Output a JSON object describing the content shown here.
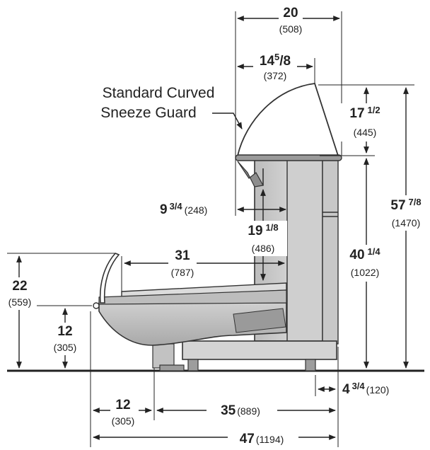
{
  "caption": {
    "line1": "Standard Curved",
    "line2": "Sneeze Guard"
  },
  "dimensions": {
    "d20": {
      "value": "20",
      "mm": "(508)"
    },
    "d14": {
      "whole": "14",
      "num": "5",
      "sep": "/",
      "den": "8",
      "mm": "(372)"
    },
    "d17": {
      "whole": "17",
      "frac": "1/2",
      "mm": "(445)"
    },
    "d57": {
      "whole": "57",
      "frac": "7/8",
      "mm": "(1470)"
    },
    "d9": {
      "whole": "9",
      "frac": "3/4",
      "mm": "(248)"
    },
    "d19": {
      "whole": "19",
      "frac": "1/8",
      "mm": "(486)"
    },
    "d40": {
      "whole": "40",
      "frac": "1/4",
      "mm": "(1022)"
    },
    "d31": {
      "value": "31",
      "mm": "(787)"
    },
    "d22": {
      "value": "22",
      "mm": "(559)"
    },
    "d12v": {
      "value": "12",
      "mm": "(305)"
    },
    "d12h": {
      "value": "12",
      "mm": "(305)"
    },
    "d35": {
      "value": "35",
      "mm": "(889)"
    },
    "d4": {
      "whole": "4",
      "frac": "3/4",
      "mm": "(120)"
    },
    "d47": {
      "value": "47",
      "mm": "(1194)"
    }
  }
}
